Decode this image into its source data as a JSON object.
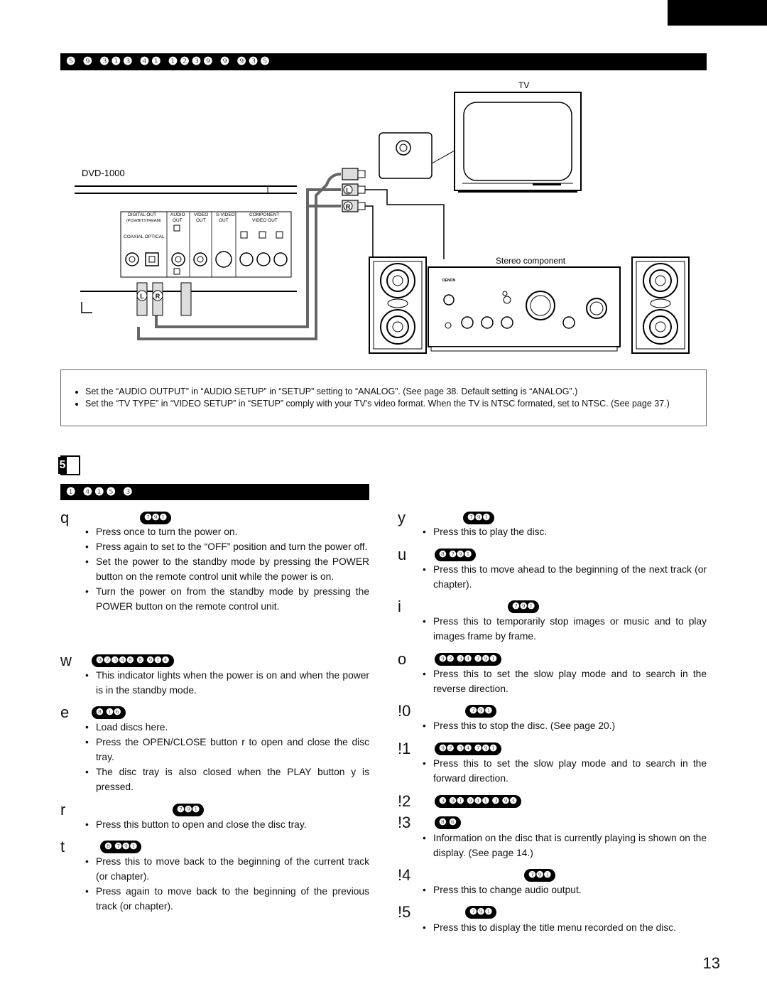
{
  "section_header": "❺  ❾ ❸❶❸ ❹❶  ❶❷❸❾ ❾  ❾❸❺",
  "diagram": {
    "tv_label": "TV",
    "player_label": "DVD-1000",
    "stereo_label": "Stereo component",
    "brand_label": "DENON",
    "panel_labels": {
      "digital_out": "DIGITAL OUT",
      "digital_out_sub": "(PCM/BITSTREAM)",
      "coaxial_optical": "COAXIAL  OPTICAL",
      "audio_out": "AUDIO OUT",
      "video_out": "VIDEO OUT",
      "svideo_out": "S-VIDEO OUT",
      "component_out": "COMPONENT VIDEO OUT",
      "left": "L",
      "right": "R"
    }
  },
  "notes": [
    "Set the “AUDIO OUTPUT” in “AUDIO SETUP” in “SETUP” setting to “ANALOG”. (See page 38. Default setting is “ANALOG”.)",
    "Set the “TV TYPE” in “VIDEO SETUP” in “SETUP” comply with your TV's video format. When the TV is NTSC formated, set to NTSC. (See page 37.)"
  ],
  "section_icon": "5",
  "sub_header": "❶  ❹❶❺  ❸",
  "left_items": [
    {
      "marker": "q",
      "label": "❼❾❶",
      "bullets": [
        "Press once to turn the power on.",
        "Press again to set to the “OFF” position and turn the power off.",
        "Set the power to the standby mode by pressing the POWER button on the remote control unit while the power is on.",
        "Turn the power on from the standby mode by pressing the POWER button on the remote control unit."
      ]
    },
    {
      "marker": "w",
      "label": "❾❷❸❹❽ ❽ ❾❶❹",
      "bullets": [
        "This indicator lights when the power is on and when the power is in the standby mode."
      ]
    },
    {
      "marker": "e",
      "label": "❽ ❶❻",
      "bullets": [
        "Load discs here.",
        "Press the OPEN/CLOSE button r to open and close the disc tray.",
        "The disc tray is also closed when the PLAY button y is pressed."
      ]
    },
    {
      "marker": "r",
      "label": "❼❾❶",
      "bullets": [
        "Press this button to open and close the disc tray."
      ]
    },
    {
      "marker": "t",
      "label": "❽ ❼❾❶",
      "bullets": [
        "Press this to move back to the beginning of the current track (or chapter).",
        "Press again to move back to the beginning of the previous track (or chapter)."
      ]
    }
  ],
  "right_items": [
    {
      "marker": "y",
      "label": "❼❾❶",
      "bullets": [
        "Press this to play the disc."
      ]
    },
    {
      "marker": "u",
      "label": "❽ ❼❾❶",
      "bullets": [
        "Press this to move ahead to the beginning of the next track (or chapter)."
      ]
    },
    {
      "marker": "i",
      "label": "❼❾❶",
      "bullets": [
        "Press this to temporarily stop images or music and to play images frame by frame."
      ]
    },
    {
      "marker": "o",
      "label": "❾❷ ❸❹ ❼❾❶",
      "bullets": [
        "Press this to set the slow play mode and to search in the reverse direction."
      ]
    },
    {
      "marker": "!0",
      "label": "❼❾❶",
      "bullets": [
        "Press this to stop the disc.  (See page 20.)"
      ]
    },
    {
      "marker": "!1",
      "label": "❾❷ ❸❹ ❼❾❶",
      "bullets": [
        "Press this to set the slow play mode and to search in the forward direction."
      ]
    },
    {
      "marker": "!2",
      "label": "❸ ❾❶ ❾❹❶ ❸ ❾❹",
      "bullets": []
    },
    {
      "marker": "!3",
      "label": "❽ ❻",
      "bullets": [
        "Information on the disc that is currently playing is shown on the display. (See page 14.)"
      ]
    },
    {
      "marker": "!4",
      "label": "❼❾❶",
      "bullets": [
        "Press this to change audio output."
      ]
    },
    {
      "marker": "!5",
      "label": "❼❾❶",
      "bullets": [
        "Press this to display the title menu recorded on the disc."
      ]
    }
  ],
  "page_number": "13"
}
